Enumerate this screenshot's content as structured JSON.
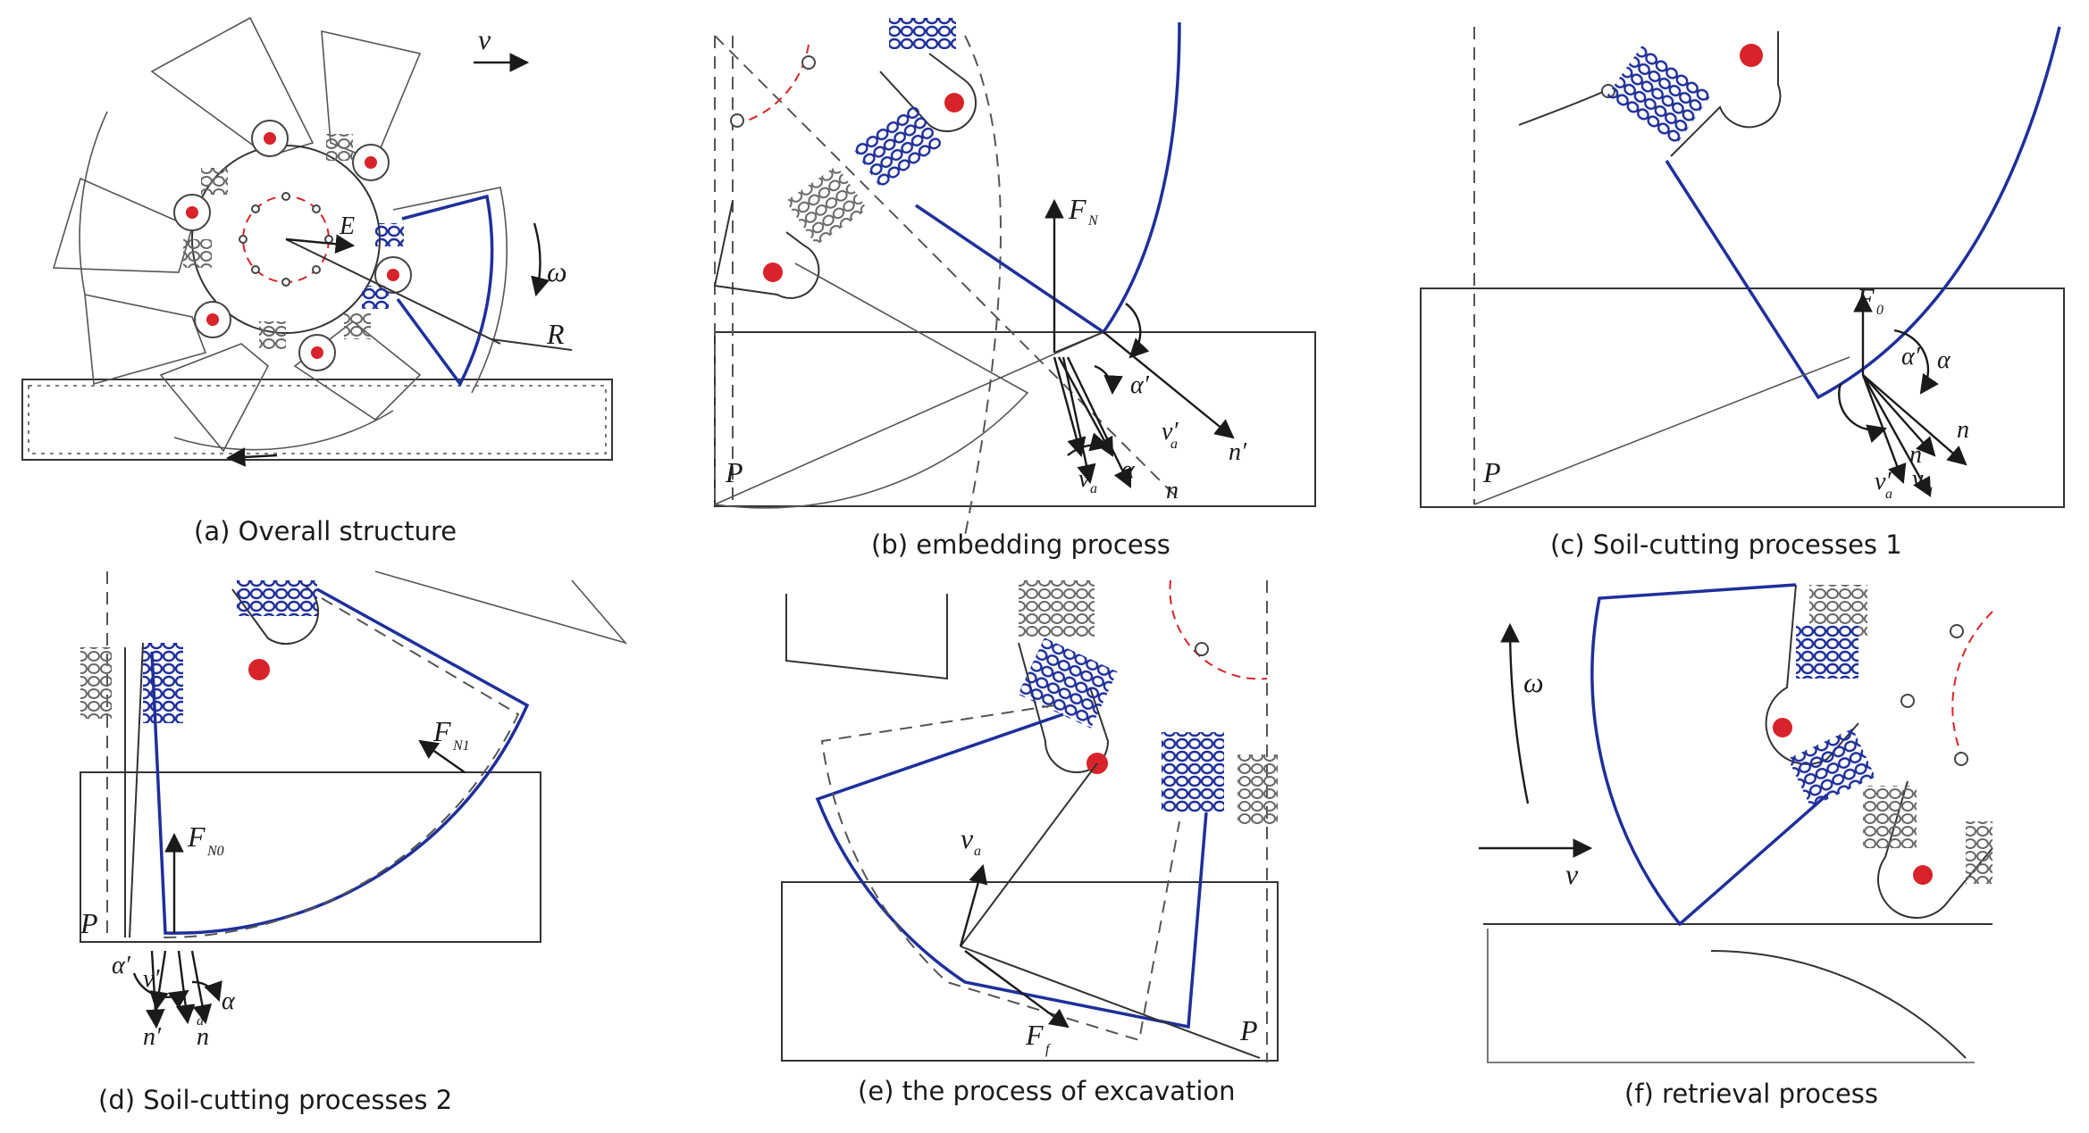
{
  "figure": {
    "panels": [
      {
        "id": "a",
        "caption": "(a) Overall structure",
        "labels": {
          "v": "v",
          "omega": "ω",
          "R": "R",
          "E": "E"
        }
      },
      {
        "id": "b",
        "caption": "(b) embedding process",
        "labels": {
          "FN": "F",
          "FN_sub": "N",
          "P": "P",
          "alpha": "α",
          "alpha_p": "α′",
          "va_p": "v′",
          "va_p_sub": "a",
          "va": "v",
          "va_sub": "a",
          "n_p": "n′",
          "n": "n"
        }
      },
      {
        "id": "c",
        "caption": "(c) Soil-cutting processes 1",
        "labels": {
          "F0": "F",
          "F0_sub": "0",
          "alpha": "α",
          "alpha_p": "α′",
          "n_p": "n′",
          "n": "n",
          "va_p": "v′",
          "va_p_sub": "a",
          "va": "v",
          "va_sub": "a",
          "P": "P"
        }
      },
      {
        "id": "d",
        "caption": "(d) Soil-cutting processes 2",
        "labels": {
          "FN1": "F",
          "FN1_sub": "N1",
          "FN0": "F",
          "FN0_sub": "N0",
          "P": "P",
          "alpha_p": "α′",
          "alpha": "α",
          "v_p": "v′",
          "v": "v",
          "v_sub": "a",
          "n_p": "n′",
          "n": "n"
        }
      },
      {
        "id": "e",
        "caption": "(e) the process of excavation",
        "labels": {
          "va": "v",
          "va_sub": "a",
          "Ff": "F",
          "Ff_sub": "f",
          "P": "P"
        }
      },
      {
        "id": "f",
        "caption": "(f) retrieval process",
        "labels": {
          "omega": "ω",
          "v": "v"
        }
      }
    ]
  },
  "colors": {
    "structure": "#1f2f9a",
    "pivot": "#d8232a",
    "line": "#333333",
    "background": "#ffffff"
  }
}
